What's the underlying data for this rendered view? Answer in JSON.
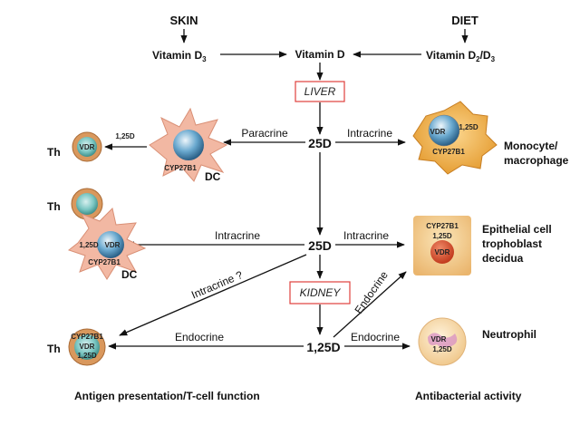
{
  "sources": {
    "skin": "SKIN",
    "diet": "DIET"
  },
  "vitamins": {
    "d3": "Vitamin D",
    "d3_sub": "3",
    "d": "Vitamin D",
    "d2": "Vitamin D",
    "d2_sub": "2",
    "d2_slash": "/D",
    "d3b_sub": "3"
  },
  "organs": {
    "liver": "LIVER",
    "kidney": "KIDNEY"
  },
  "nodes": {
    "top_25d": "25D",
    "mid_25d": "25D",
    "bottom_125d": "1,25D"
  },
  "arrow_labels": {
    "paracrine": "Paracrine",
    "intracrine_top": "Intracrine",
    "intracrine_mid_left": "Intracrine",
    "intracrine_mid_right": "Intracrine",
    "intracrine_q": "Intracrine ?",
    "endocrine_left": "Endocrine",
    "endocrine_right": "Endocrine",
    "endocrine_diag": "Endocrine"
  },
  "cells": {
    "th": "Th",
    "vdr": "VDR",
    "cyp": "CYP27B1",
    "d125": "1,25D",
    "dc": "DC"
  },
  "targets": {
    "monocyte": [
      "Monocyte/",
      "macrophage"
    ],
    "epithelial": [
      "Epithelial cell",
      "trophoblast",
      "decidua"
    ],
    "neutrophil": "Neutrophil"
  },
  "footer": {
    "left": "Antigen presentation/T-cell function",
    "right": "Antibacterial activity"
  },
  "colors": {
    "skin": "#d7262a",
    "diet": "#2e8a3f",
    "organ_box": "#e0403c",
    "footer": "#2b3a8c"
  }
}
